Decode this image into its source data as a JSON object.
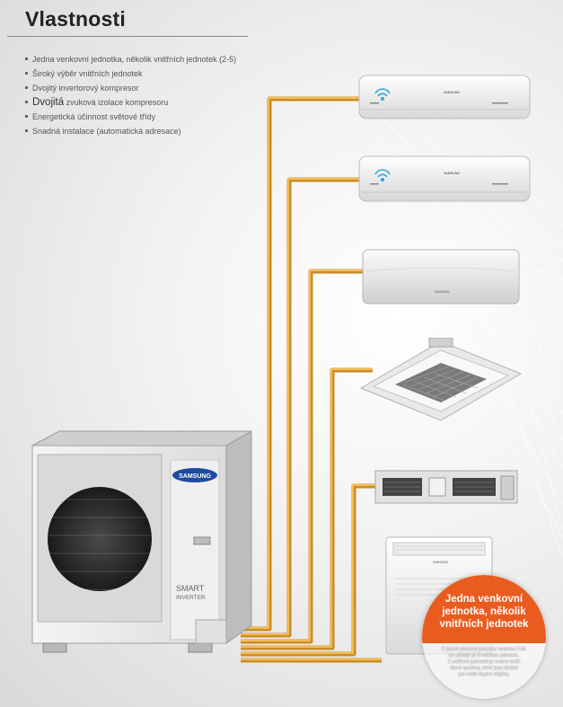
{
  "header": {
    "title": "Vlastnosti"
  },
  "features": [
    "Jedna venkovní jednotka, několik vnitřních jednotek (2-5)",
    "Široký výběr vnitřních jednotek",
    "Dvojitý invertorový kompresor",
    {
      "lead": "Dvojitá",
      "rest": " zvuková izolace kompresoru"
    },
    "Energetická účinnost světové třídy",
    "Snadná instalace (automatická adresace)"
  ],
  "outdoor_unit": {
    "brand": "SAMSUNG",
    "logo_line1": "SMART",
    "logo_line2": "INVERTER"
  },
  "indoor_units": {
    "wall1_brand": "SAMSUNG",
    "wall2_brand": "SAMSUNG",
    "wall3_brand": "SAMSUNG",
    "floor_brand": "SAMSUNG"
  },
  "badge": {
    "heading": [
      "Jedna venkovní",
      "jednotka, několik",
      "vnitřních jednotek"
    ],
    "body": [
      "K jedné venkovní jednotce systému FJM",
      "lze připojit až 5 vnitřních jednotek.",
      "Z vnitřních jednotek je možné tvořit",
      "různé systémy, které jsou ideální",
      "pro velké obytné objekty."
    ]
  },
  "colors": {
    "pipe": "#e8a63a",
    "badge": "#ea5b1f",
    "brand_logo": "#1f4aa0"
  }
}
